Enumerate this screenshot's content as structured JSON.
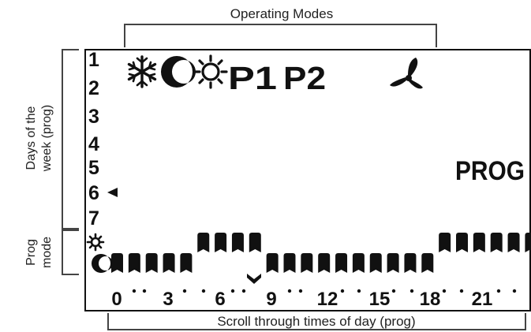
{
  "labels": {
    "top": "Operating Modes",
    "bottom": "Scroll through times of day (prog)",
    "left_days_line1": "Days of the",
    "left_days_line2": "week (prog)",
    "left_prog_line1": "Prog",
    "left_prog_line2": "mode"
  },
  "lcd": {
    "days": [
      "1",
      "2",
      "3",
      "4",
      "5",
      "6",
      "7"
    ],
    "selected_day": "6",
    "p1": "P1",
    "p2": "P2",
    "prog": "PROG",
    "time_ticks": [
      "0",
      "3",
      "6",
      "9",
      "12",
      "15",
      "18",
      "21"
    ],
    "hour_levels": [
      0,
      0,
      0,
      0,
      0,
      1,
      1,
      1,
      1,
      0,
      0,
      0,
      0,
      0,
      0,
      0,
      0,
      0,
      0,
      1,
      1,
      1,
      1,
      1,
      1,
      0
    ],
    "cursor_hour": 9
  },
  "icons": [
    "snowflake-icon",
    "moon-icon",
    "sun-icon",
    "fan-icon",
    "day-arrow-icon",
    "small-sun-icon",
    "small-moon-icon",
    "time-cursor-icon"
  ]
}
